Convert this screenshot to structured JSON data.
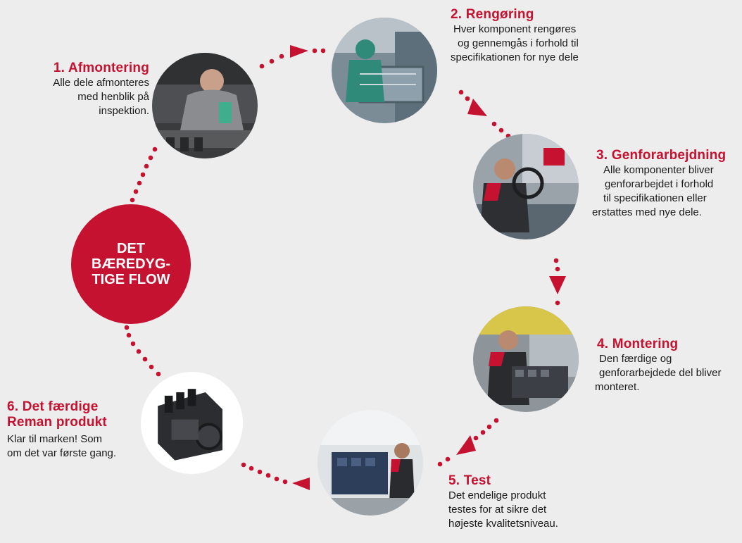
{
  "center_label": "DET BÆREDYG-TIGE FLOW",
  "colors": {
    "accent": "#c41230",
    "background": "#ededed",
    "text": "#1a1a1a"
  },
  "steps": [
    {
      "title": "1. Afmontering",
      "lines": [
        "Alle dele afmonteres",
        "med henblik på",
        "inspektion."
      ],
      "image": "worker-disassembling-engine-photo"
    },
    {
      "title": "2. Rengøring",
      "lines": [
        "Hver komponent rengøres",
        "og gennemgås i forhold til",
        "specifikationen for nye dele"
      ],
      "image": "worker-cleaning-parts-photo"
    },
    {
      "title": "3. Genforarbejdning",
      "lines": [
        "Alle komponenter bliver",
        "genforarbejdet i forhold",
        "til specifikationen eller",
        "erstattes med nye dele."
      ],
      "image": "worker-reworking-component-photo"
    },
    {
      "title": "4. Montering",
      "lines": [
        "Den færdige og",
        "genforarbejdede del bliver",
        "monteret."
      ],
      "image": "worker-assembling-engine-photo"
    },
    {
      "title": "5. Test",
      "lines": [
        "Det endelige produkt",
        "testes for at sikre det",
        "højeste kvalitetsniveau."
      ],
      "image": "engine-testing-photo"
    },
    {
      "title_lines": [
        "6. Det færdige",
        "Reman produkt"
      ],
      "lines": [
        "Klar til marken! Som",
        "om det var første gang."
      ],
      "image": "remanufactured-engine-photo"
    }
  ]
}
